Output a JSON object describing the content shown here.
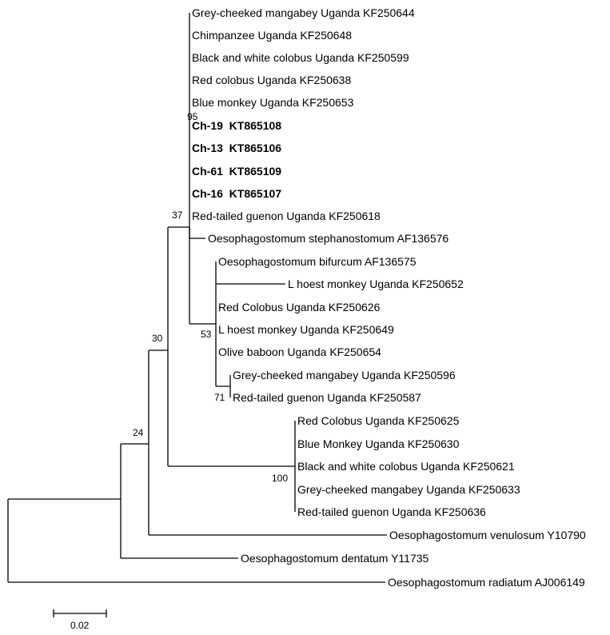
{
  "leaves": [
    {
      "label": "Grey-cheeked mangabey Uganda KF250644",
      "bold": false
    },
    {
      "label": "Chimpanzee Uganda KF250648",
      "bold": false
    },
    {
      "label": "Black and white colobus Uganda KF250599",
      "bold": false
    },
    {
      "label": "Red colobus Uganda KF250638",
      "bold": false
    },
    {
      "label": "Blue monkey Uganda KF250653",
      "bold": false
    },
    {
      "label": "Ch-19  KT865108",
      "bold": true
    },
    {
      "label": "Ch-13  KT865106",
      "bold": true
    },
    {
      "label": "Ch-61  KT865109",
      "bold": true
    },
    {
      "label": "Ch-16  KT865107",
      "bold": true
    },
    {
      "label": "Red-tailed guenon Uganda KF250618",
      "bold": false
    },
    {
      "label": "Oesophagostomum stephanostomum AF136576",
      "bold": false
    },
    {
      "label": "Oesophagostomum bifurcum AF136575",
      "bold": false
    },
    {
      "label": "L hoest monkey Uganda KF250652",
      "bold": false
    },
    {
      "label": "Red Colobus Uganda KF250626",
      "bold": false
    },
    {
      "label": "L hoest monkey Uganda KF250649",
      "bold": false
    },
    {
      "label": "Olive baboon Uganda KF250654",
      "bold": false
    },
    {
      "label": "Grey-cheeked mangabey Uganda KF250596",
      "bold": false
    },
    {
      "label": "Red-tailed guenon Uganda KF250587",
      "bold": false
    },
    {
      "label": "Red Colobus Uganda KF250625",
      "bold": false
    },
    {
      "label": "Blue Monkey Uganda KF250630",
      "bold": false
    },
    {
      "label": "Black and white colobus Uganda KF250621",
      "bold": false
    },
    {
      "label": "Grey-cheeked mangabey Uganda KF250633",
      "bold": false
    },
    {
      "label": "Red-tailed guenon Uganda KF250636",
      "bold": false
    },
    {
      "label": "Oesophagostomum venulosum Y10790",
      "bold": false
    },
    {
      "label": "Oesophagostomum dentatum Y11735",
      "bold": false
    },
    {
      "label": "Oesophagostomum radiatum AJ006149",
      "bold": false
    }
  ],
  "bootstrap": {
    "n95": "95",
    "n37": "37",
    "n53": "53",
    "n71": "71",
    "n30": "30",
    "n24": "24",
    "n100": "100"
  },
  "scale_bar": {
    "label": "0.02"
  }
}
